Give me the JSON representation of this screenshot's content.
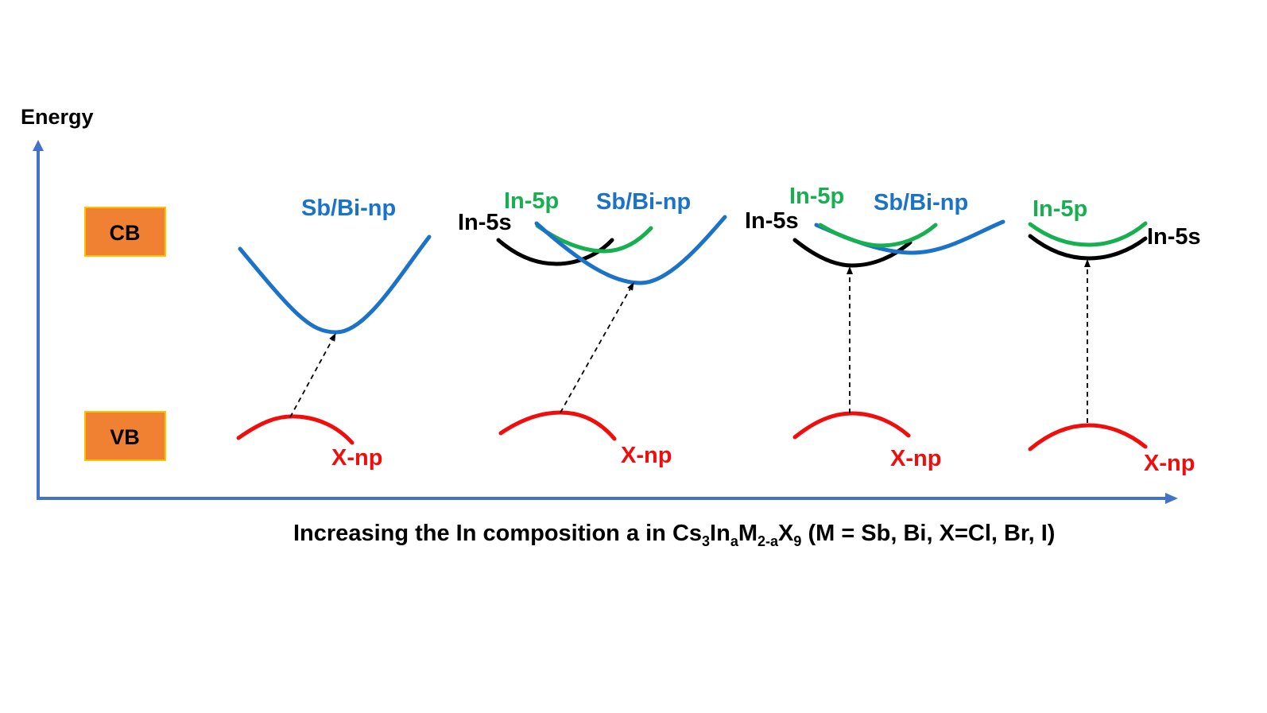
{
  "axis": {
    "y_label": "Energy",
    "x_label_parts": {
      "lead": "Increasing the In composition a in Cs",
      "sub1": "3",
      "mid1": "In",
      "sub2": "a",
      "mid2": "M",
      "sub3": "2-a",
      "mid3": "X",
      "sub4": "9",
      "tail": " (M = Sb, Bi, X=Cl, Br, I)"
    }
  },
  "bands": {
    "cb_label": "CB",
    "vb_label": "VB"
  },
  "panels": [
    {
      "labels": {
        "sbbi": "Sb/Bi-np",
        "xnp": "X-np"
      }
    },
    {
      "labels": {
        "in5s": "In-5s",
        "in5p": "In-5p",
        "sbbi": "Sb/Bi-np",
        "xnp": "X-np"
      }
    },
    {
      "labels": {
        "in5s": "In-5s",
        "in5p": "In-5p",
        "sbbi": "Sb/Bi-np",
        "xnp": "X-np"
      }
    },
    {
      "labels": {
        "in5p": "In-5p",
        "in5s": "In-5s",
        "xnp": "X-np"
      }
    }
  ],
  "colors": {
    "sbbi": "#1a73c9",
    "in5p": "#17b050",
    "in5s": "#000000",
    "xnp": "#f20d0d",
    "axis": "#4472c4",
    "band_box": "#f08032"
  }
}
